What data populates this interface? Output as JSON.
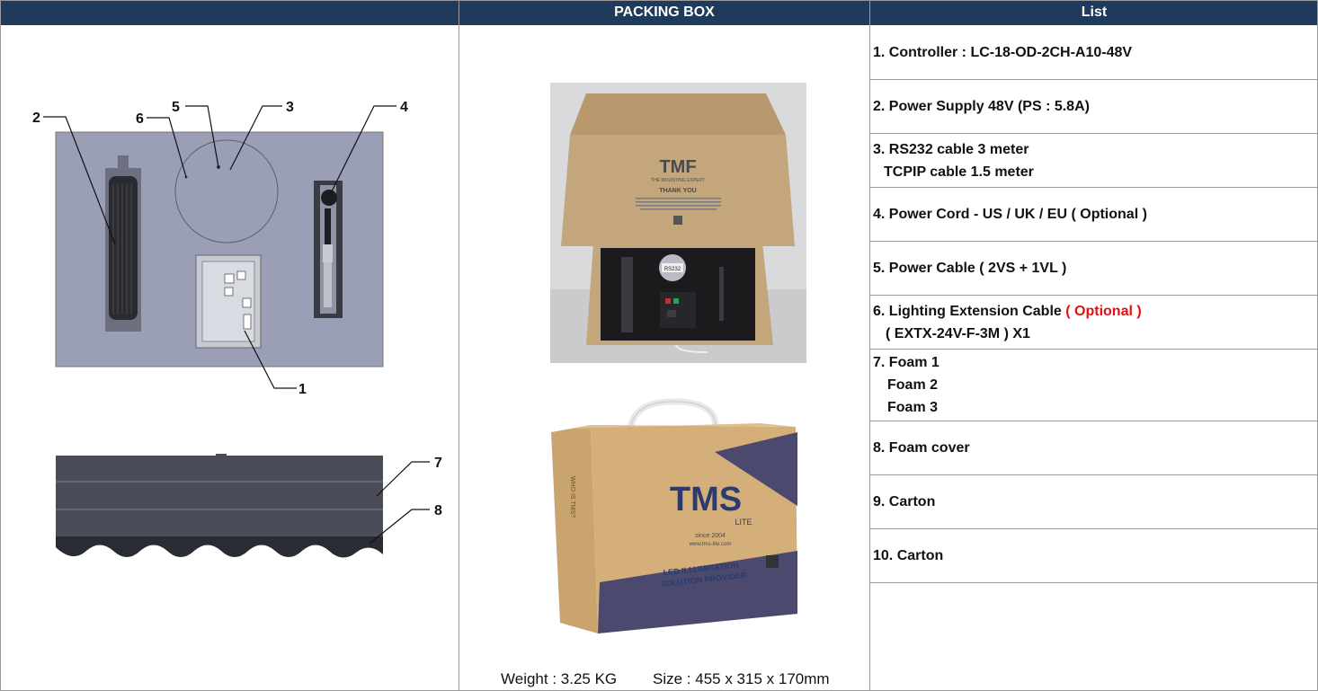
{
  "headers": {
    "col1": "",
    "col2": "PACKING BOX",
    "col3": "List"
  },
  "callouts": [
    "1",
    "2",
    "3",
    "4",
    "5",
    "6",
    "7",
    "8"
  ],
  "open_box": {
    "brand": "TMF",
    "tagline": "THE MOUNTING EXPERT",
    "thanks": "THANK YOU",
    "label": "RS232"
  },
  "closed_box": {
    "brand": "TMS",
    "sub": "LITE",
    "since": "since 2004",
    "url": "www.tms-lite.com",
    "slogan_1": "LED ILLUMINATION",
    "slogan_2": "SOLUTION PROVIDER",
    "side_text": "WHO IS TMS?"
  },
  "footer": {
    "weight": "Weight : 3.25 KG",
    "size": "Size : 455 x 315 x 170mm"
  },
  "list": [
    {
      "lines": [
        "1. Controller : LC-18-OD-2CH-A10-48V"
      ]
    },
    {
      "lines": [
        "2. Power Supply 48V (PS : 5.8A)"
      ]
    },
    {
      "lines": [
        "3. RS232 cable 3 meter",
        "TCPIP cable 1.5 meter"
      ]
    },
    {
      "lines": [
        "4. Power Cord - US / UK / EU ( Optional )"
      ]
    },
    {
      "lines": [
        "5. Power Cable ( 2VS + 1VL )"
      ]
    },
    {
      "lines": [
        "6. Lighting Extension Cable",
        "( EXTX-24V-F-3M ) X1"
      ],
      "optional": "( Optional )"
    },
    {
      "lines": [
        "7. Foam 1",
        "Foam 2",
        "Foam 3"
      ]
    },
    {
      "lines": [
        "8. Foam cover"
      ]
    },
    {
      "lines": [
        "9. Carton"
      ]
    },
    {
      "lines": [
        "10. Carton"
      ]
    }
  ],
  "colors": {
    "header_bg": "#1f3a5a",
    "optional_red": "#e01010",
    "foam_gray": "#9a9fb5"
  }
}
